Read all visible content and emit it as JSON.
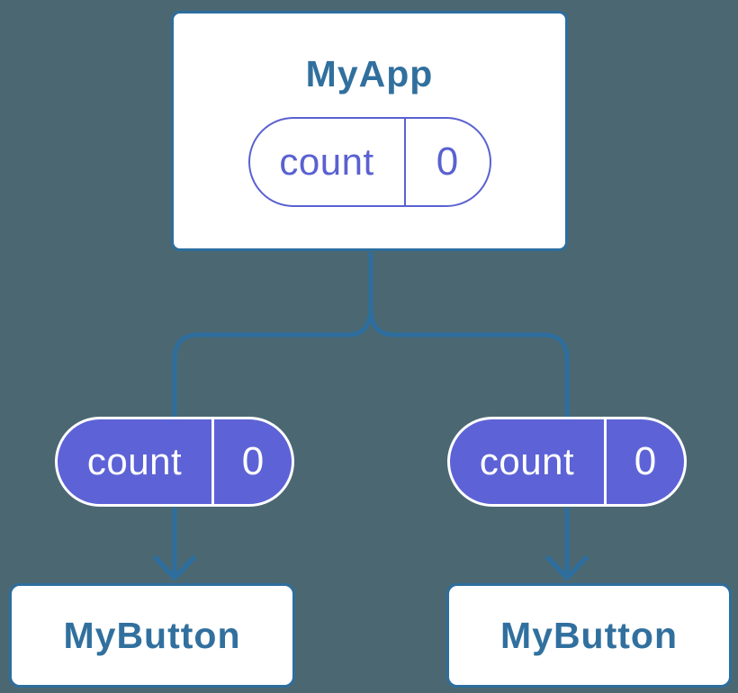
{
  "diagram": {
    "root": {
      "title": "MyApp",
      "state": {
        "label": "count",
        "value": "0"
      }
    },
    "children": [
      {
        "title": "MyButton",
        "state": {
          "label": "count",
          "value": "0"
        }
      },
      {
        "title": "MyButton",
        "state": {
          "label": "count",
          "value": "0"
        }
      }
    ]
  },
  "colors": {
    "background": "#4B6872",
    "line_blue": "#2D6E9E",
    "text_blue": "#31709E",
    "pill_fill_purple": "#5D63D6",
    "pill_outline_purple": "#5A61D0",
    "node_fill": "#FFFFFF",
    "pill_text_on_purple": "#FFFFFF"
  }
}
